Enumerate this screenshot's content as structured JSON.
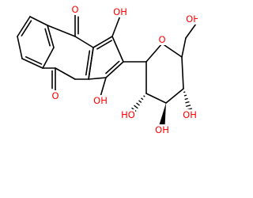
{
  "molecule": {
    "atom_labels": {
      "oxygen": "O",
      "hydroxyl": "OH",
      "hydroxyl_left": "HO"
    },
    "colors": {
      "oxygen": "#ff0000",
      "carbon_bond": "#000000",
      "background": "#ffffff"
    }
  }
}
